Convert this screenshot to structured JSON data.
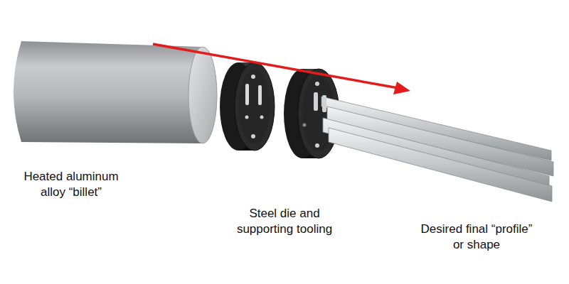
{
  "diagram": {
    "labels": [
      "Heated aluminum alloy “billet”",
      "Steel die and supporting tooling",
      "Desired final “profile” or shape"
    ]
  }
}
